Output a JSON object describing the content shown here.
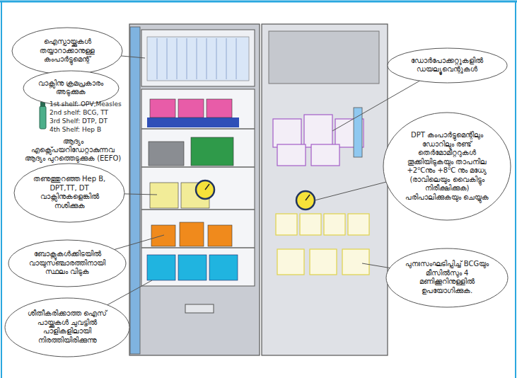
{
  "diagram": {
    "nodes": [
      {
        "text": [
          "ഐസ്പായ്ക്കുകൾ തയ്യാറാക്കാനുള്ള കംപാർട്ടുമെന്റ്"
        ]
      },
      {
        "text": [
          "വാക്സിനു ക്രമപ്രകാരം അടുക്കുക"
        ]
      },
      {
        "text": [
          "തണുത്തുറഞ്ഞ Hep B, DPT,TT, DT വാക്സിനുകളെങ്കിൽ നശിക്കുക"
        ]
      },
      {
        "text": [
          "ബോക്സുകൾക്കിടയിൽ വായുസഞ്ചാരത്തിനായി സ്ഥലം വിടുക"
        ]
      },
      {
        "text": [
          "ശീതീകരിക്കാത്ത ഐസ് പായ്ക്കുകൾ ചുവട്ടിൽ പാളികളിലായി നിരത്തിയിരിക്കുന്നു"
        ]
      },
      {
        "text": [
          "ഡോർപോക്കറ്റുകളിൽ ഡയല്യൂവെന്റുകൾ"
        ]
      },
      {
        "text": [
          "DPT കംപാർട്ടുമെന്റിലും ഡോറിലും രണ്ട് തെർമോമീറ്ററുകൾ തൂക്കിയിടുകയും താപനില +2⁰Cനും +8⁰C നും മധ്യേ (രാവിലെയും വൈകിട്ടും നിരീക്ഷിക്കുക) പരിപാലിക്കുകയും ചെയ്യുക"
        ]
      },
      {
        "text": [
          "പുനഃസംഘടിപ്പിച്ച് BCGയും മീസിൽസും 4 മണിക്കൂറിനുള്ളിൽ ഉപയോഗിക്കുക."
        ]
      }
    ],
    "labels": [
      "1st shelf: OPV,Measles",
      "2nd shelf: BCG, TT",
      "3rd Shelf: DTP, DT",
      "4th Shelf: Hep B",
      "ആദ്യം എക്സ്പെയറിഡേറ്റാകുന്നവ ആദ്യം പുറത്തെടുക്കുക (EEFO)"
    ]
  }
}
